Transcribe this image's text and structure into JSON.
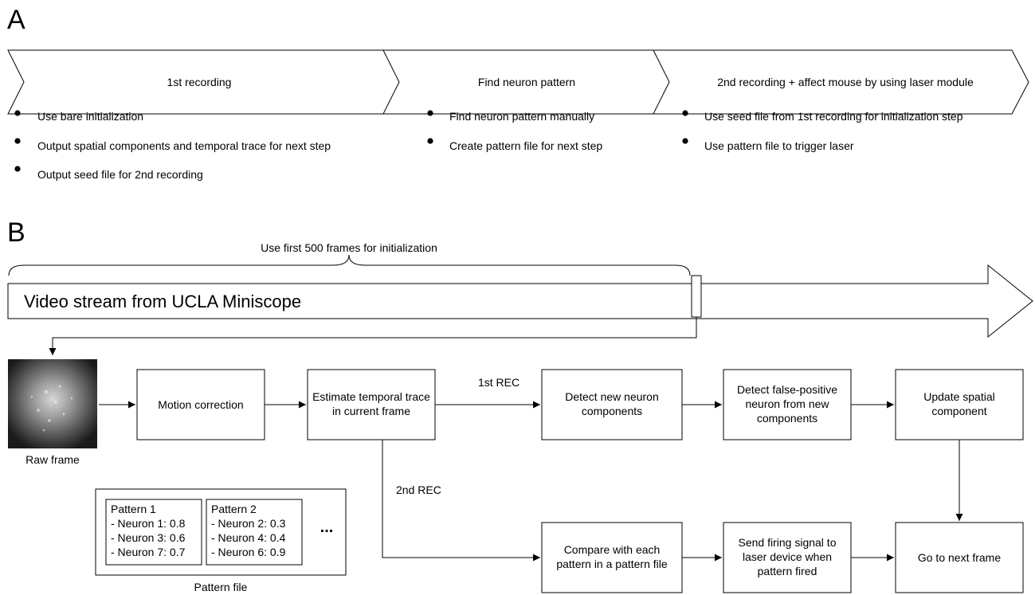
{
  "panel_a": {
    "label": "A",
    "stages": [
      {
        "title": "1st recording",
        "bullets": [
          "Use bare initialization",
          "Output spatial components and temporal trace for next step",
          "Output seed file for 2nd recording"
        ]
      },
      {
        "title": "Find neuron pattern",
        "bullets": [
          "Find neuron pattern manually",
          "Create pattern file for next step"
        ]
      },
      {
        "title": "2nd recording + affect mouse by using laser module",
        "bullets": [
          "Use seed file from 1st recording for initialization step",
          "Use pattern file to trigger laser"
        ]
      }
    ]
  },
  "panel_b": {
    "label": "B",
    "brace_label": "Use first 500 frames for initialization",
    "stream_label": "Video stream from UCLA Miniscope",
    "raw_frame_label": "Raw frame",
    "boxes": {
      "motion": [
        "Motion correction"
      ],
      "estimate": [
        "Estimate temporal trace",
        "in current frame"
      ],
      "detect_new": [
        "Detect new neuron",
        "components"
      ],
      "detect_fp": [
        "Detect false-positive",
        "neuron from new",
        "components"
      ],
      "update": [
        "Update spatial",
        "component"
      ],
      "compare": [
        "Compare with each",
        "pattern in a pattern file"
      ],
      "send": [
        "Send firing signal to",
        "laser device when",
        "pattern fired"
      ],
      "next": [
        "Go to next frame"
      ]
    },
    "edge_labels": {
      "rec1": "1st REC",
      "rec2": "2nd REC"
    },
    "pattern_file": {
      "label": "Pattern file",
      "patterns": [
        {
          "title": "Pattern 1",
          "lines": [
            "- Neuron 1: 0.8",
            "- Neuron 3: 0.6",
            "- Neuron 7: 0.7"
          ]
        },
        {
          "title": "Pattern 2",
          "lines": [
            "- Neuron 2: 0.3",
            "- Neuron 4: 0.4",
            "- Neuron 6: 0.9"
          ]
        }
      ],
      "more": "..."
    }
  }
}
